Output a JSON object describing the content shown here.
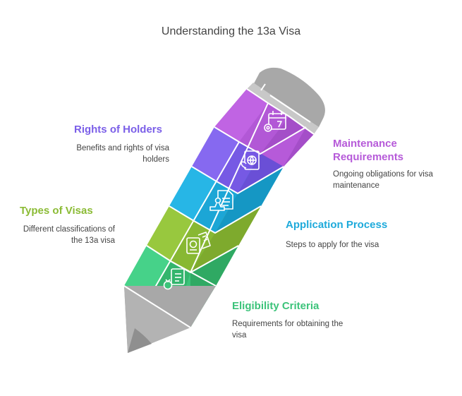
{
  "title": "Understanding the 13a Visa",
  "colors": {
    "eligibility": "#3cc37a",
    "types": "#8bbb35",
    "application": "#1eaadb",
    "rights": "#7b5fe8",
    "maintenance": "#b65ad9",
    "gray": "#a8a8a8"
  },
  "items": [
    {
      "key": "rights",
      "label": "Rights of Holders",
      "desc": "Benefits and rights of visa holders",
      "icon": "passport-globe-icon"
    },
    {
      "key": "maintenance",
      "label": "Maintenance Requirements",
      "desc": "Ongoing obligations for visa maintenance",
      "icon": "calendar-gear-icon"
    },
    {
      "key": "types",
      "label": "Types of Visas",
      "desc": "Different classifications of the 13a visa",
      "icon": "passport-tickets-icon"
    },
    {
      "key": "application",
      "label": "Application Process",
      "desc": "Steps to apply for the visa",
      "icon": "document-stamp-icon"
    },
    {
      "key": "eligibility",
      "label": "Eligibility Criteria",
      "desc": "Requirements for obtaining the visa",
      "icon": "ring-document-icon"
    }
  ]
}
